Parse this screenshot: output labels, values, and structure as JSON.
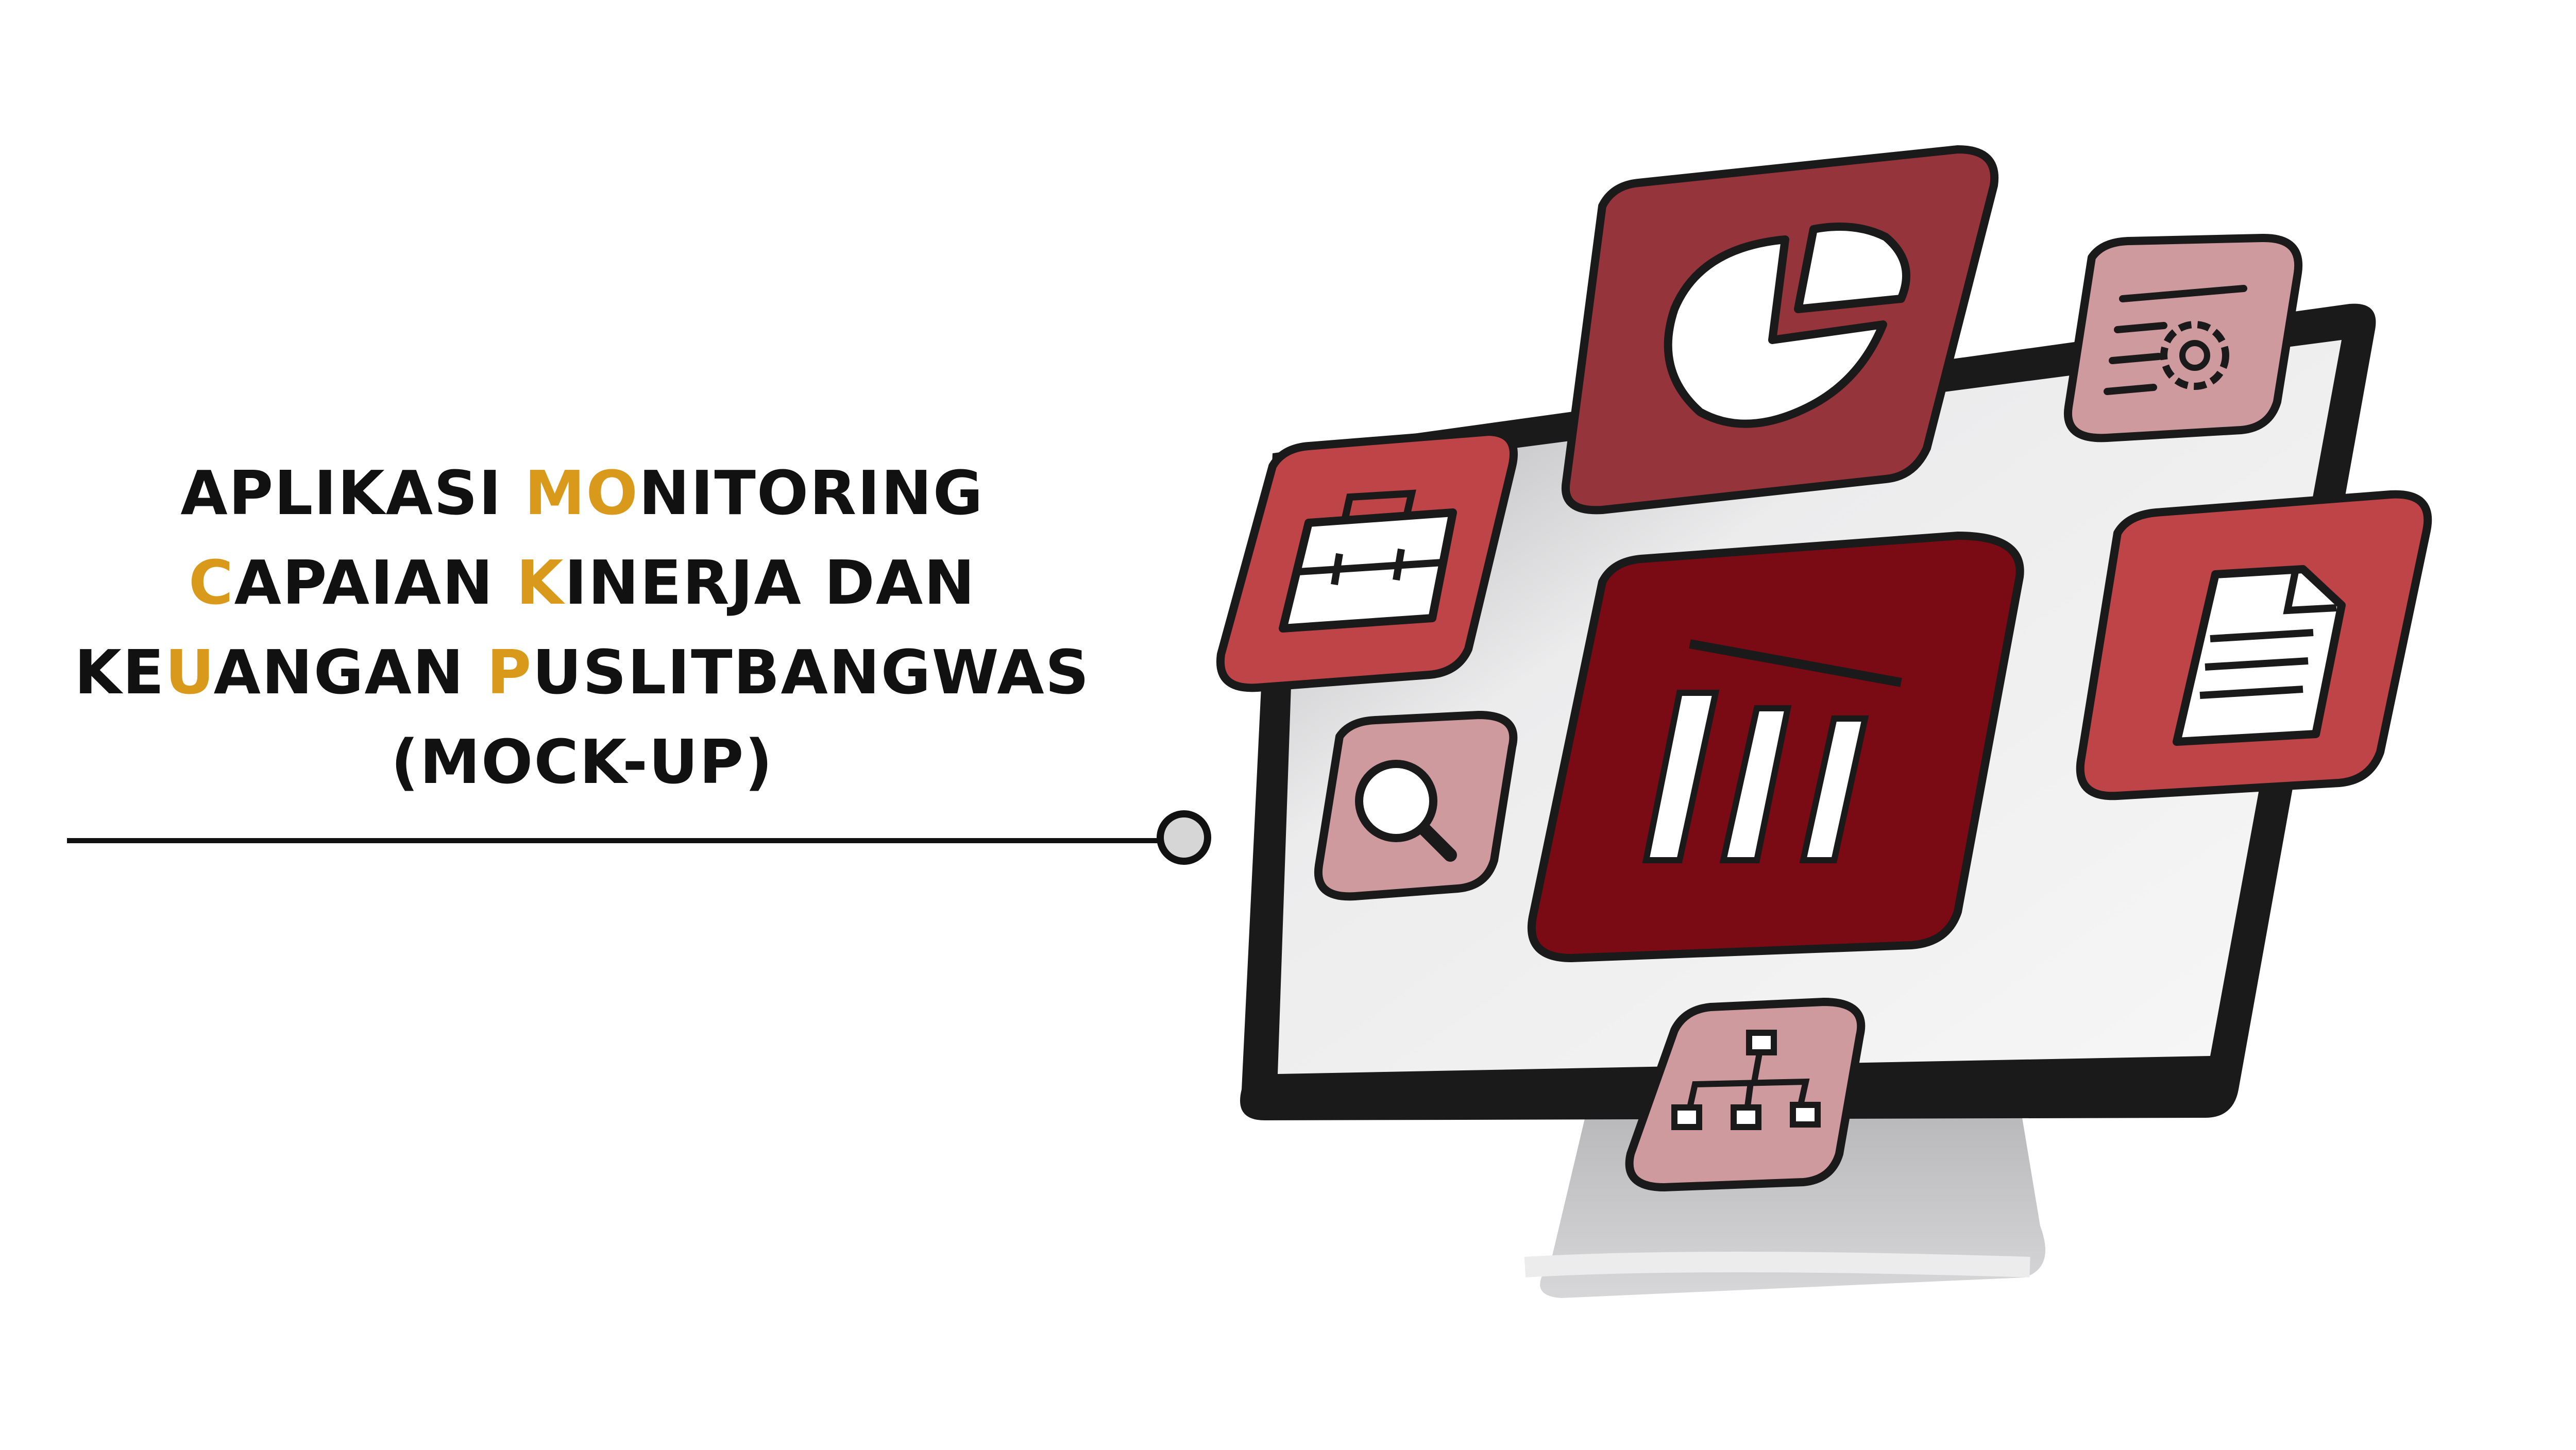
{
  "title": {
    "line1": [
      {
        "text": "APLIKASI ",
        "accent": false
      },
      {
        "text": "MO",
        "accent": true
      },
      {
        "text": "NITORING",
        "accent": false
      }
    ],
    "line2": [
      {
        "text": "C",
        "accent": true
      },
      {
        "text": "APAIAN ",
        "accent": false
      },
      {
        "text": "K",
        "accent": true
      },
      {
        "text": "INERJA DAN",
        "accent": false
      }
    ],
    "line3": [
      {
        "text": "KE",
        "accent": false
      },
      {
        "text": "U",
        "accent": true
      },
      {
        "text": "ANGAN ",
        "accent": false
      },
      {
        "text": "P",
        "accent": true
      },
      {
        "text": "USLITBANGWAS",
        "accent": false
      }
    ],
    "line4": [
      {
        "text": "(MOCK-UP)",
        "accent": false
      }
    ]
  },
  "colors": {
    "text": "#111111",
    "accent": "#d99a1b",
    "dark_red": "#7a0a14",
    "wine": "#96343b",
    "red": "#bf4448",
    "pink": "#cf9a9d",
    "outline": "#1a1a1a",
    "monitor_screen": "#e9e9ea",
    "stand": "#c7c7c9"
  },
  "icons": [
    "pie-chart-icon",
    "settings-document-icon",
    "briefcase-icon",
    "document-icon",
    "search-icon",
    "bar-chart-icon",
    "org-chart-icon",
    "monitor-icon"
  ]
}
